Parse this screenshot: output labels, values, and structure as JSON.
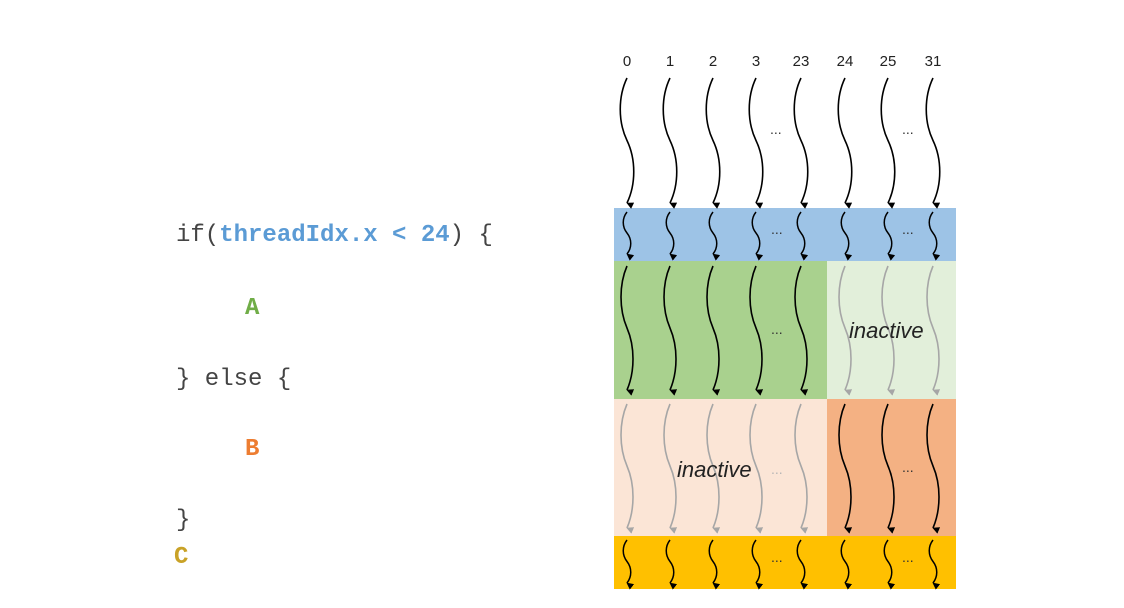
{
  "code": {
    "if_keyword": "if(",
    "condition": "threadIdx.x < 24",
    "if_close": ") {",
    "branch_a": "A",
    "else_line": "} else {",
    "branch_b": "B",
    "close_brace": "}",
    "after": "C"
  },
  "diagram": {
    "thread_ids": [
      "0",
      "1",
      "2",
      "3",
      "23",
      "24",
      "25",
      "31"
    ],
    "ellipsis": "...",
    "inactive_label_a": "inactive",
    "inactive_label_b": "inactive"
  },
  "colors": {
    "blue_band": "#9dc3e6",
    "green_active": "#a9d18e",
    "green_inactive": "#e2efda",
    "orange_inactive": "#fbe5d6",
    "orange_active": "#f4b183",
    "yellow_band": "#ffc000",
    "code_blue": "#5b9bd5",
    "code_green": "#70ad47",
    "code_orange": "#ed7d31",
    "code_gold": "#c9a227"
  }
}
